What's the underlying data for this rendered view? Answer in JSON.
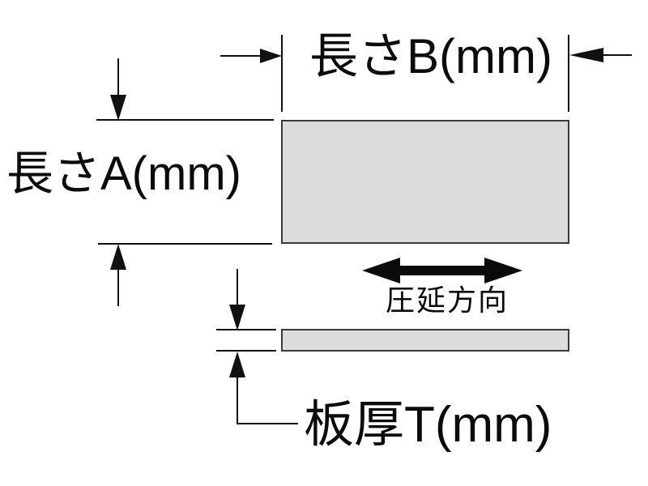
{
  "diagram": {
    "title": "plate-dimension-diagram",
    "labels": {
      "length_b": "長さB(mm)",
      "length_a": "長さA(mm)",
      "thickness_t": "板厚T(mm)",
      "rolling_direction": "圧延方向"
    },
    "shapes": {
      "plate_top_view": "rectangle 長さB wide × 長さA tall",
      "plate_side_view": "thin strip showing 板厚T"
    },
    "colors": {
      "background": "#ffffff",
      "plate_fill": "#dcdcdc",
      "plate_border": "#3a3a3a",
      "line": "#111111",
      "text": "#0b0b0b"
    }
  }
}
